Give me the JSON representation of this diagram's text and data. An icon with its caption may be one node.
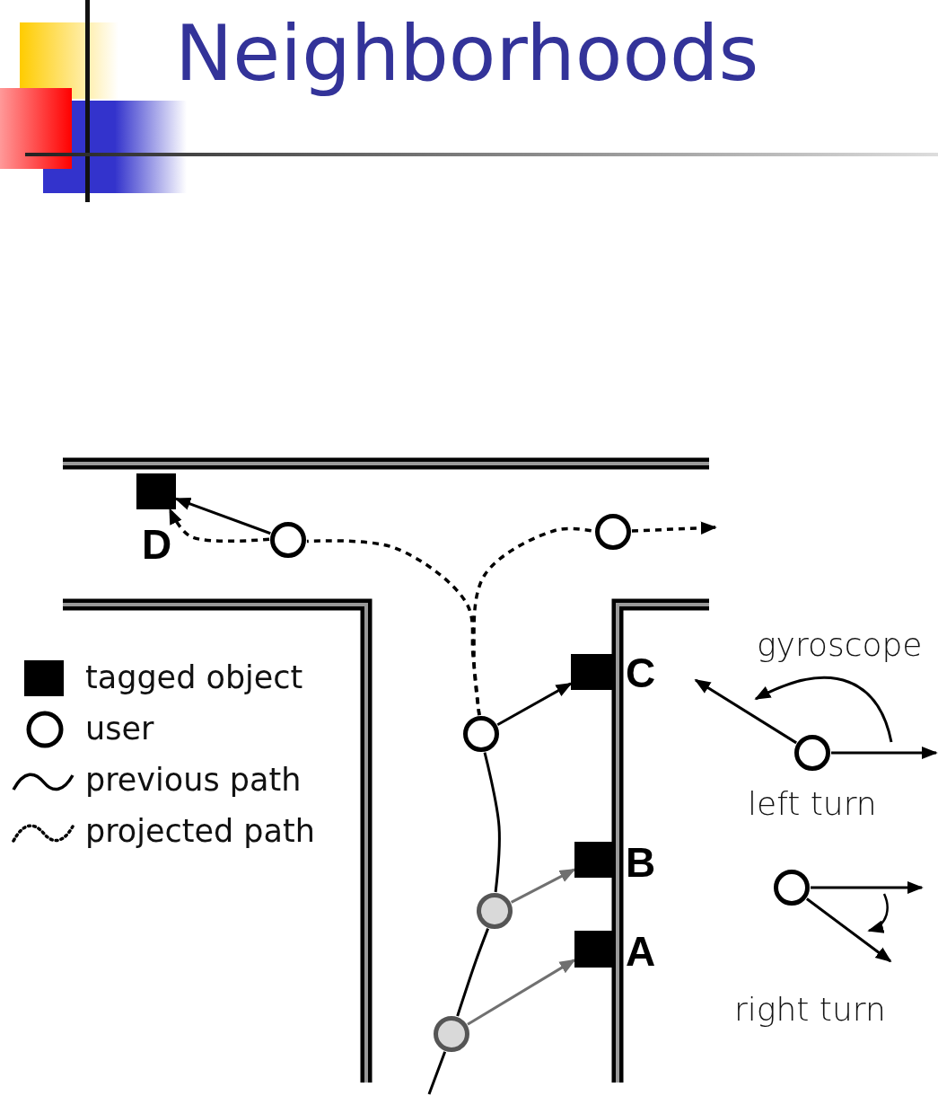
{
  "diagram": {
    "title": "Neighborhoods",
    "nodes": [
      {
        "text": [],
        "shape": "box",
        "beside": [
          "D"
        ]
      },
      {
        "text": [],
        "shape": "box",
        "beside": [
          "C"
        ]
      },
      {
        "text": [],
        "shape": "box",
        "beside": [
          "B"
        ]
      },
      {
        "text": [],
        "shape": "box",
        "beside": [
          "A"
        ]
      },
      {
        "text": [],
        "shape": "circle"
      },
      {
        "text": [],
        "shape": "circle"
      },
      {
        "text": [],
        "shape": "circle"
      },
      {
        "text": [],
        "shape": "circle"
      },
      {
        "text": [],
        "shape": "circle"
      },
      {
        "text": [],
        "shape": "circle",
        "beside": [
          "left turn"
        ]
      },
      {
        "text": [],
        "shape": "circle",
        "beside": [
          "right turn"
        ]
      }
    ],
    "edges": [
      {
        "from": 4,
        "to": 0,
        "arrow": "to"
      },
      {
        "from": 4,
        "to": 0,
        "arrow": "to",
        "style": "dashed"
      },
      {
        "from": 6,
        "to": 4,
        "arrow": "none",
        "style": "dashed"
      },
      {
        "from": 6,
        "to": 5,
        "arrow": "none",
        "style": "dashed"
      },
      {
        "from": 5,
        "to": null,
        "arrow": "to",
        "style": "dashed"
      },
      {
        "from": 6,
        "to": 1,
        "arrow": "to"
      },
      {
        "from": 7,
        "to": 2,
        "arrow": "to",
        "color": "#707070"
      },
      {
        "from": 8,
        "to": 3,
        "arrow": "to",
        "color": "#707070"
      },
      {
        "from": 8,
        "to": 7,
        "arrow": "none"
      },
      {
        "from": 7,
        "to": 6,
        "arrow": "none"
      },
      {
        "from": null,
        "to": 8,
        "arrow": "none"
      },
      {
        "from": 9,
        "to": null,
        "arrow": "to"
      },
      {
        "from": 9,
        "to": null,
        "arrow": "to"
      },
      {
        "from": 10,
        "to": null,
        "arrow": "to"
      },
      {
        "from": 10,
        "to": null,
        "arrow": "to"
      }
    ],
    "labels": [
      "gyroscope"
    ],
    "legend": [
      {
        "text": "tagged object"
      },
      {
        "text": "user"
      },
      {
        "text": "previous path"
      },
      {
        "text": "projected path"
      }
    ]
  }
}
